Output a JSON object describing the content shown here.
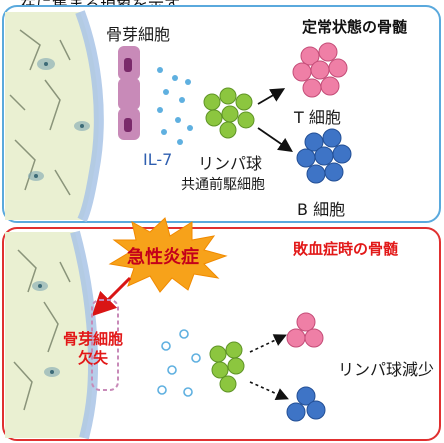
{
  "caption": "在に集まる現象を示す。",
  "top_panel": {
    "title": "定常状態の骨髄",
    "osteoblast_label": "骨芽細胞",
    "il7_label": "IL-7",
    "progenitor_label_1": "リンパ球",
    "progenitor_label_2": "共通前駆細胞",
    "t_cell_label": "T 細胞",
    "b_cell_label": "B 細胞"
  },
  "bottom_panel": {
    "title": "敗血症時の骨髄",
    "inflammation_label": "急性炎症",
    "deficit_label_1": "骨芽細胞",
    "deficit_label_2": "欠失",
    "reduction_label": "リンパ球減少"
  },
  "colors": {
    "top_border": "#5aa9dd",
    "bottom_border": "#e03030",
    "t_cell": "#ef7fa6",
    "b_cell": "#3e74c6",
    "progenitor": "#8cc63f",
    "osteoblast": "#c88ab8",
    "il7": "#5fb0e0",
    "burst": "#f7a21a"
  }
}
